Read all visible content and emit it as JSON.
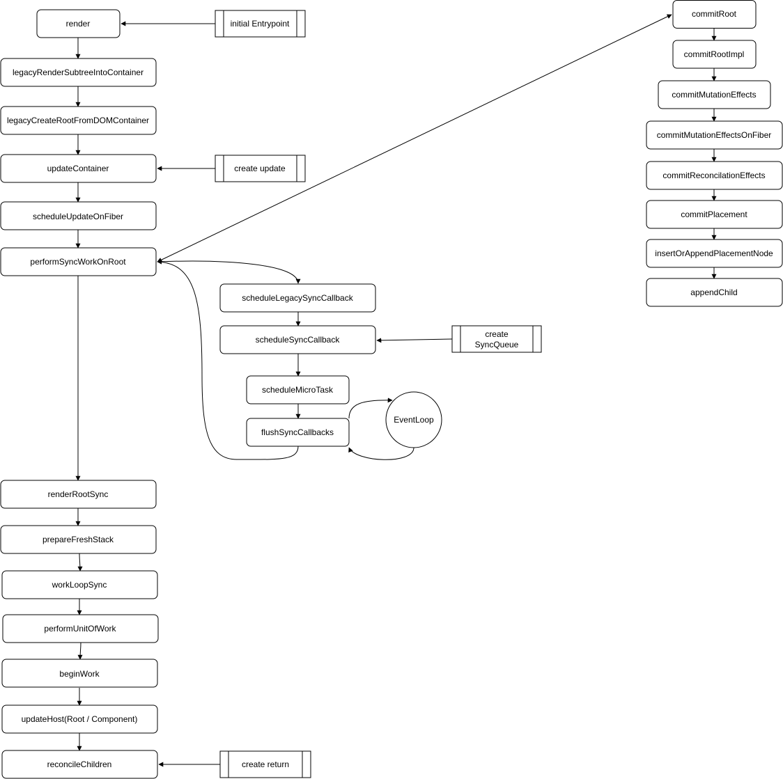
{
  "nodes": {
    "render": "render",
    "initial_entrypoint": "initial Entrypoint",
    "legacy_render_subtree": "legacyRenderSubtreeIntoContainer",
    "legacy_create_root": "legacyCreateRootFromDOMContainer",
    "update_container": "updateContainer",
    "create_update": "create update",
    "schedule_update_on_fiber": "scheduleUpdateOnFiber",
    "perform_sync_work_on_root": "performSyncWorkOnRoot",
    "schedule_legacy_sync_callback": "scheduleLegacySyncCallback",
    "schedule_sync_callback": "scheduleSyncCallback",
    "create_sync_queue_line1": "create",
    "create_sync_queue_line2": "SyncQueue",
    "schedule_micro_task": "scheduleMicroTask",
    "flush_sync_callbacks": "flushSyncCallbacks",
    "event_loop": "EventLoop",
    "render_root_sync": "renderRootSync",
    "prepare_fresh_stack": "prepareFreshStack",
    "work_loop_sync": "workLoopSync",
    "perform_unit_of_work": "performUnitOfWork",
    "begin_work": "beginWork",
    "update_host": "updateHost(Root / Component)",
    "reconcile_children": "reconcileChildren",
    "create_return": "create return",
    "commit_root": "commitRoot",
    "commit_root_impl": "commitRootImpl",
    "commit_mutation_effects": "commitMutationEffects",
    "commit_mutation_effects_on_fiber": "commitMutationEffectsOnFiber",
    "commit_reconcilation_effects": "commitReconcilationEffects",
    "commit_placement": "commitPlacement",
    "insert_or_append_placement_node": "insertOrAppendPlacementNode",
    "append_child": "appendChild"
  }
}
